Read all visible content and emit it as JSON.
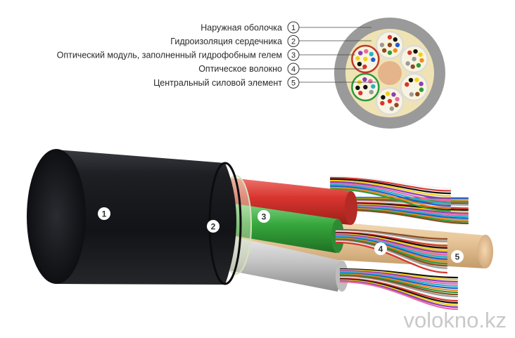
{
  "legend": [
    {
      "num": "1",
      "text": "Наружная оболочка"
    },
    {
      "num": "2",
      "text": "Гидроизоляция сердечника"
    },
    {
      "num": "3",
      "text": "Оптический модуль, заполненный гидрофобным гелем"
    },
    {
      "num": "4",
      "text": "Оптическое волокно"
    },
    {
      "num": "5",
      "text": "Центральный силовой элемент"
    }
  ],
  "callouts": [
    "1",
    "2",
    "3",
    "4",
    "5"
  ],
  "watermark": "volokno.kz",
  "colors": {
    "jacket": "#1a1b1e",
    "cross_section_jacket": "#9a9a9a",
    "gel_fill": "#efe3b4",
    "module_red": "#d8342e",
    "module_green": "#37a83c",
    "strength_member": "#e8c79a"
  }
}
